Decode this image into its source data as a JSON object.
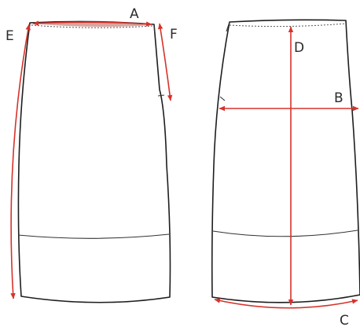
{
  "labels": {
    "A": "A",
    "B": "B",
    "C": "C",
    "D": "D",
    "E": "E",
    "F": "F"
  },
  "colors": {
    "outline": "#1e1e1e",
    "measure": "#d6322a"
  }
}
